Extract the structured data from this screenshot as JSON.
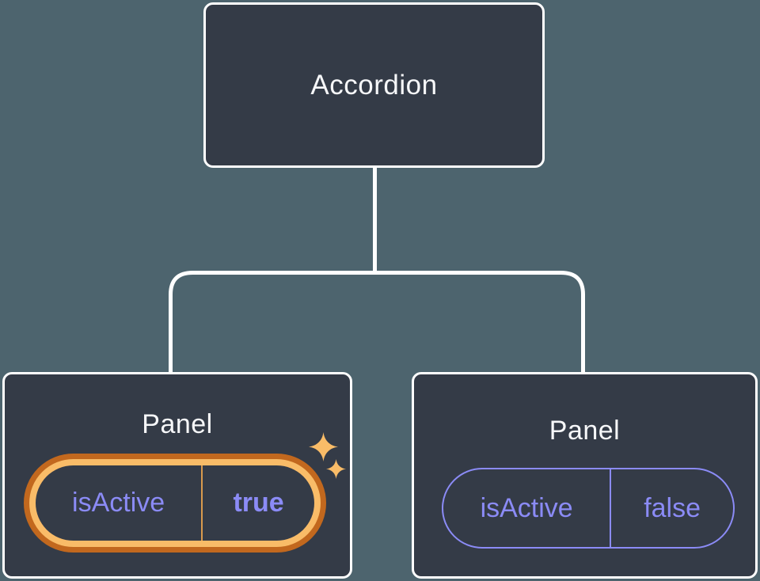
{
  "colors": {
    "background": "#4D646E",
    "card": "#343B47",
    "border": "#FFFFFF",
    "purple": "#8B8BF6",
    "orange_dark": "#C2681E",
    "gold": "#F9BC68",
    "divider_gold": "#D99A4D",
    "title_text": "#F6F7F9"
  },
  "root_node": {
    "label": "Accordion"
  },
  "panels": [
    {
      "title": "Panel",
      "prop_name": "isActive",
      "prop_value": "true",
      "highlighted": true
    },
    {
      "title": "Panel",
      "prop_name": "isActive",
      "prop_value": "false",
      "highlighted": false
    }
  ],
  "icons": {
    "sparkle_large": "sparkle-icon",
    "sparkle_small": "sparkle-icon"
  }
}
